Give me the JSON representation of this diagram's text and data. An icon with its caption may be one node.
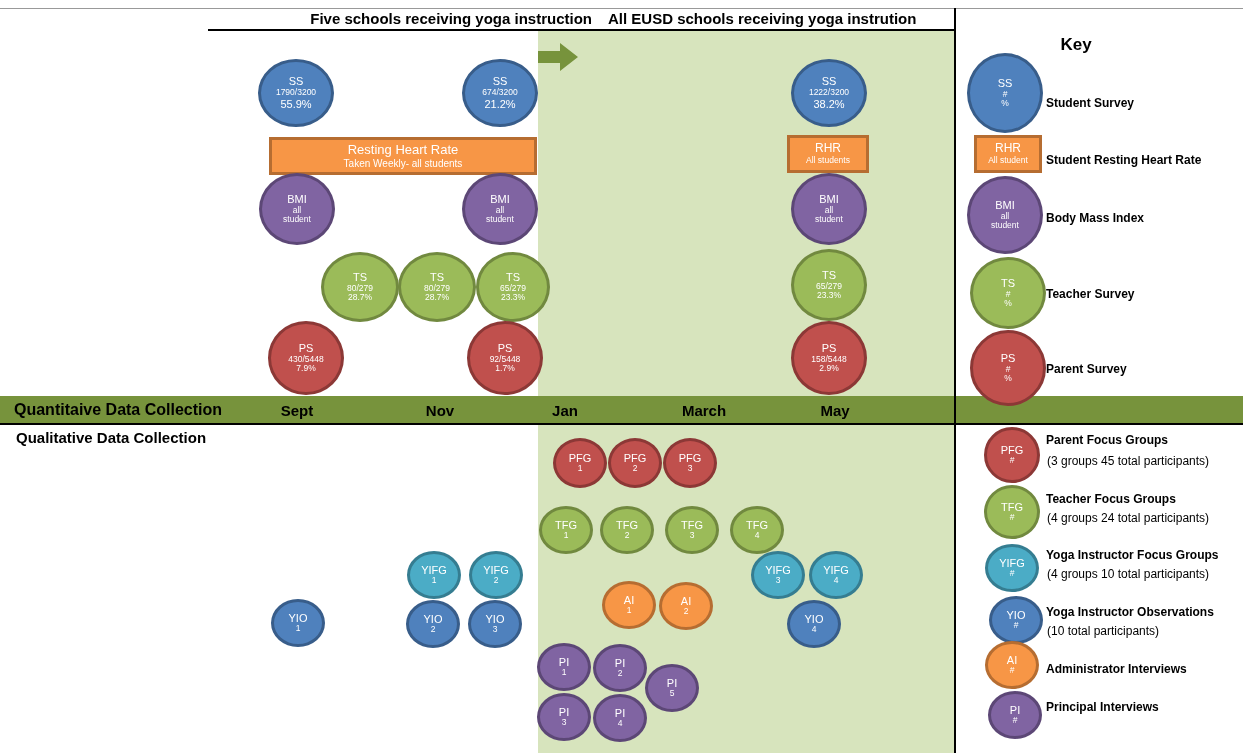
{
  "diagram": {
    "nodes": [
      {
        "text": [
          "SS",
          "1790/3200",
          "55.9%"
        ]
      },
      {
        "text": [
          "SS",
          "674/3200",
          "21.2%"
        ]
      },
      {
        "text": [
          "SS",
          "1222/3200",
          "38.2%"
        ]
      },
      {
        "text": [
          "SS",
          "#",
          "%"
        ]
      },
      {
        "text": [
          "Resting Heart Rate",
          "Taken Weekly- all students"
        ]
      },
      {
        "text": [
          "RHR",
          "All students"
        ]
      },
      {
        "text": [
          "RHR",
          "All student"
        ]
      },
      {
        "text": [
          "BMI",
          "all",
          "student"
        ]
      },
      {
        "text": [
          "BMI",
          "all",
          "student"
        ]
      },
      {
        "text": [
          "BMI",
          "all",
          "student"
        ]
      },
      {
        "text": [
          "BMI",
          "all",
          "student"
        ]
      },
      {
        "text": [
          "TS",
          "80/279",
          "28.7%"
        ]
      },
      {
        "text": [
          "TS",
          "80/279",
          "28.7%"
        ]
      },
      {
        "text": [
          "TS",
          "65/279",
          "23.3%"
        ]
      },
      {
        "text": [
          "TS",
          "65/279",
          "23.3%"
        ]
      },
      {
        "text": [
          "TS",
          "#",
          "%"
        ]
      },
      {
        "text": [
          "PS",
          "430/5448",
          "7.9%"
        ]
      },
      {
        "text": [
          "PS",
          "92/5448",
          "1.7%"
        ]
      },
      {
        "text": [
          "PS",
          "158/5448",
          "2.9%"
        ]
      },
      {
        "text": [
          "PS",
          "#",
          "%"
        ]
      },
      {
        "text": [
          "PFG",
          "1"
        ]
      },
      {
        "text": [
          "PFG",
          "2"
        ]
      },
      {
        "text": [
          "PFG",
          "3"
        ]
      },
      {
        "text": [
          "PFG",
          "#"
        ]
      },
      {
        "text": [
          "TFG",
          "1"
        ]
      },
      {
        "text": [
          "TFG",
          "2"
        ]
      },
      {
        "text": [
          "TFG",
          "3"
        ]
      },
      {
        "text": [
          "TFG",
          "4"
        ]
      },
      {
        "text": [
          "TFG",
          "#"
        ]
      },
      {
        "text": [
          "YIFG",
          "1"
        ]
      },
      {
        "text": [
          "YIFG",
          "2"
        ]
      },
      {
        "text": [
          "YIFG",
          "3"
        ]
      },
      {
        "text": [
          "YIFG",
          "4"
        ]
      },
      {
        "text": [
          "YIFG",
          "#"
        ]
      },
      {
        "text": [
          "YIO",
          "1"
        ]
      },
      {
        "text": [
          "YIO",
          "2"
        ]
      },
      {
        "text": [
          "YIO",
          "3"
        ]
      },
      {
        "text": [
          "AI",
          "1"
        ]
      },
      {
        "text": [
          "AI",
          "2"
        ]
      },
      {
        "text": [
          "YIO",
          "4"
        ]
      },
      {
        "text": [
          "YIO",
          "#"
        ]
      },
      {
        "text": [
          "AI",
          "#"
        ]
      },
      {
        "text": [
          "PI",
          "1"
        ]
      },
      {
        "text": [
          "PI",
          "2"
        ]
      },
      {
        "text": [
          "PI",
          "5"
        ]
      },
      {
        "text": [
          "PI",
          "3"
        ]
      },
      {
        "text": [
          "PI",
          "4"
        ]
      },
      {
        "text": [
          "PI",
          "#"
        ]
      }
    ],
    "labels": [
      "Five schools receiving yoga instruction",
      "All EUSD schools receiving yoga instrution",
      "Key",
      "Quantitaive Data Collection",
      "Sept",
      "Nov",
      "Jan",
      "March",
      "May",
      "Qualitative Data Collection",
      "(3 groups 45 total participants)",
      "(4 groups 24 total participants)",
      "(4 groups 10 total participants)",
      "(10 total participants)"
    ],
    "legend": [
      {
        "text": "Student Survey"
      },
      {
        "text": "Student Resting Heart Rate"
      },
      {
        "text": "Body Mass Index"
      },
      {
        "text": "Teacher Survey"
      },
      {
        "text": "Parent Survey"
      },
      {
        "text": "Parent Focus Groups"
      },
      {
        "text": "Teacher Focus Groups"
      },
      {
        "text": "Yoga Instructor Focus Groups"
      },
      {
        "text": "Yoga Instructor Observations"
      },
      {
        "text": "Administrator Interviews"
      },
      {
        "text": "Principal Interviews"
      }
    ]
  }
}
